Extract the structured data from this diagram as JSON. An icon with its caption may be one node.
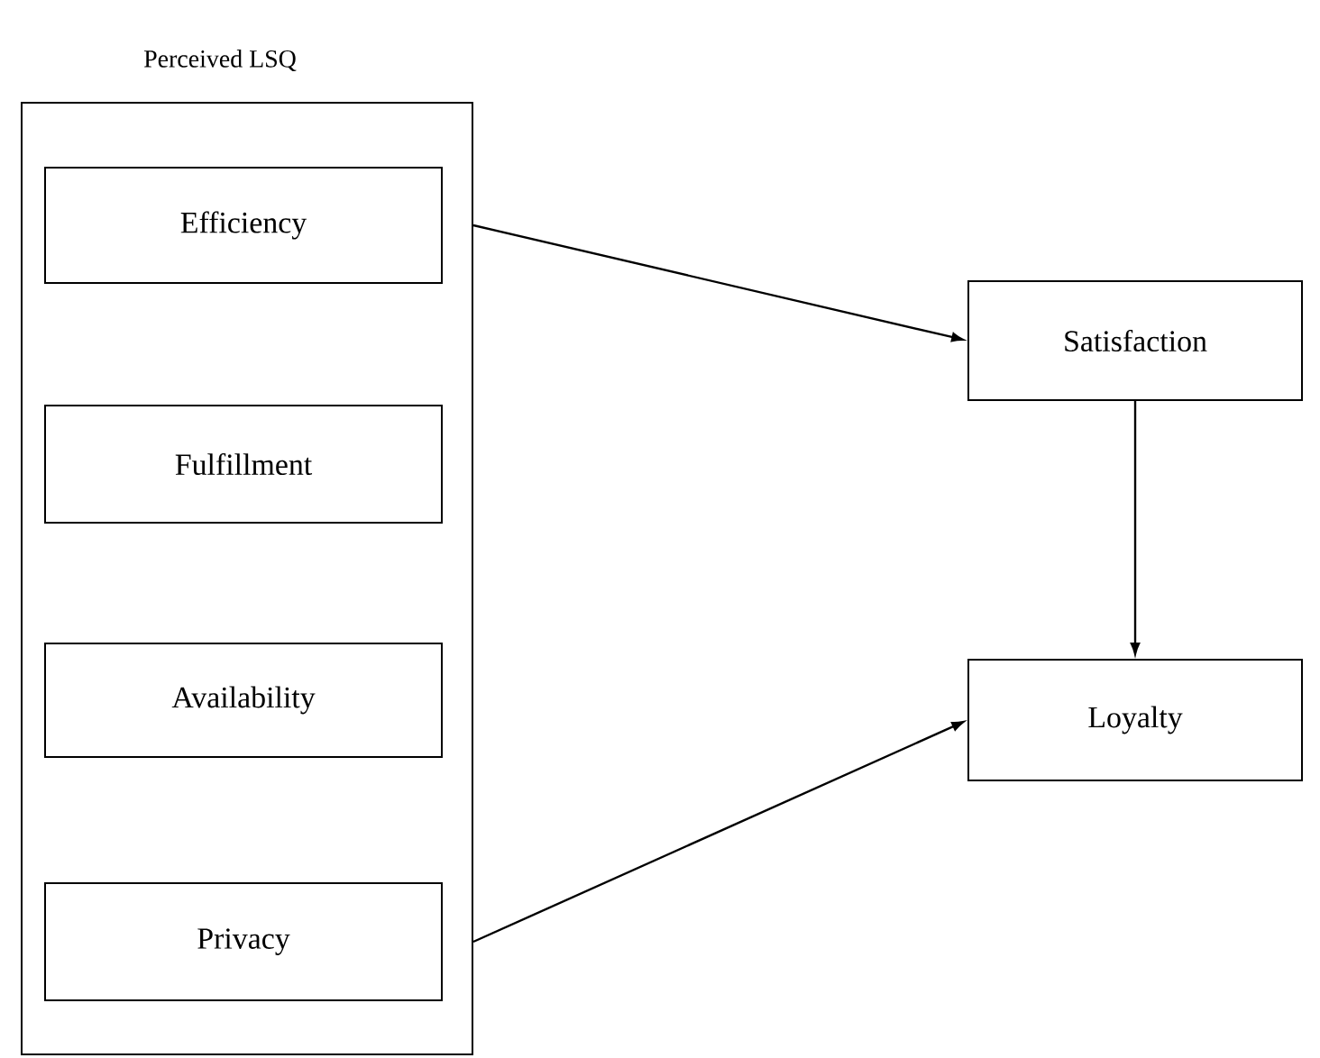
{
  "diagram": {
    "nodes": [
      {
        "text": [
          "Perceived LSQ"
        ]
      },
      {
        "text": [
          "Efficiency"
        ],
        "in": 0
      },
      {
        "text": [
          "Fulfillment"
        ],
        "in": 0
      },
      {
        "text": [
          "Availability"
        ],
        "in": 0
      },
      {
        "text": [
          "Privacy"
        ],
        "in": 0
      },
      {
        "text": [
          "Satisfaction"
        ]
      },
      {
        "text": [
          "Loyalty"
        ]
      }
    ],
    "edges": [
      {
        "from": 1,
        "to": 5,
        "arrow": "to"
      },
      {
        "from": 5,
        "to": 6,
        "arrow": "to"
      },
      {
        "from": 4,
        "to": 6,
        "arrow": "to"
      }
    ]
  }
}
